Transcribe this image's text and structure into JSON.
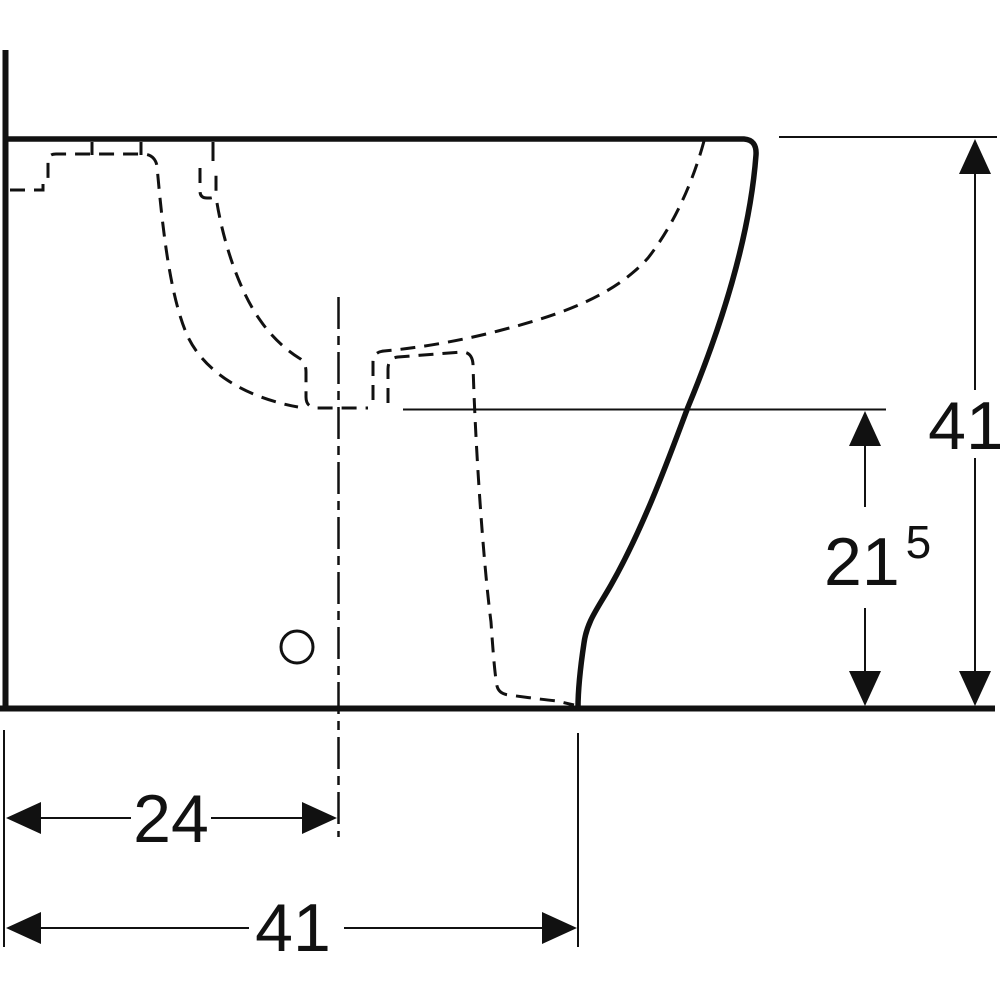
{
  "page": {
    "background": "#ffffff",
    "ink": "#111111"
  },
  "drawing": {
    "type": "technical-drawing",
    "subject": "floor-standing back-to-wall bidet, side section with dimension lines",
    "dimensions": {
      "height_total": {
        "label": "41"
      },
      "height_rim": {
        "label": "21",
        "superscript": "5"
      },
      "offset_outlet": {
        "label": "24"
      },
      "depth_total": {
        "label": "41"
      }
    }
  }
}
